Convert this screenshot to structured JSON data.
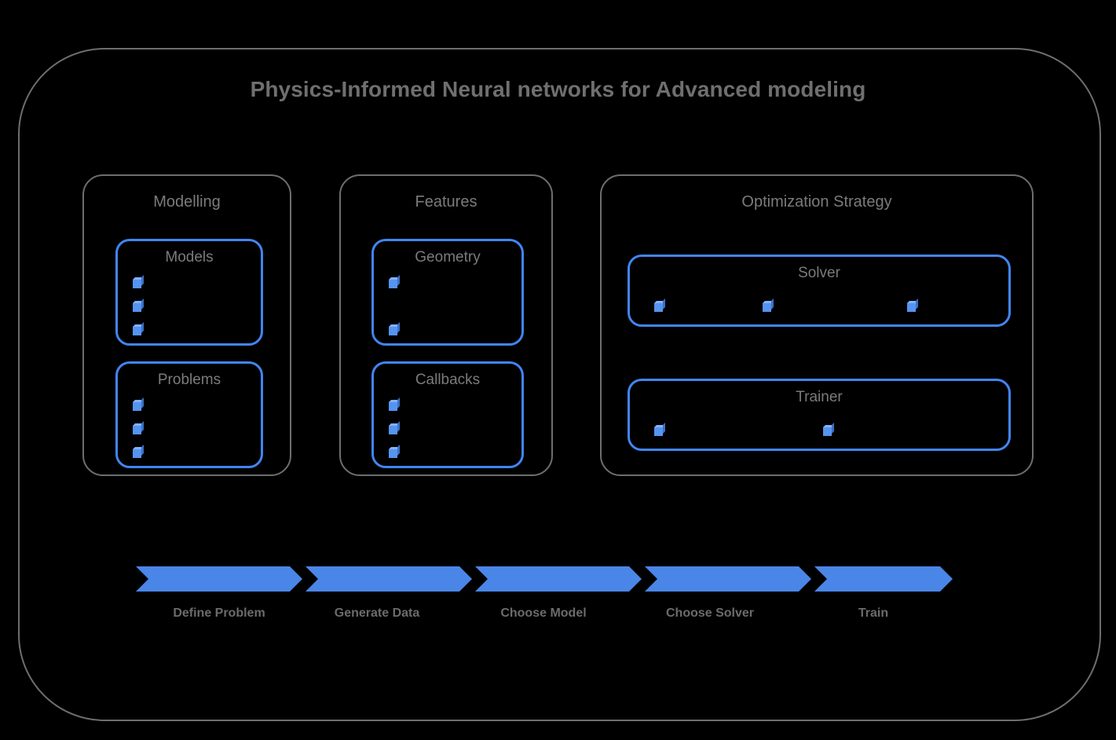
{
  "title": "Physics-Informed Neural networks for Advanced modeling",
  "theme": {
    "background": "#000000",
    "frame_stroke": "#6e6e6e",
    "accent_blue": "#4285f4",
    "chevron_blue": "#4a86e8",
    "title_gray": "#6f6f6f",
    "label_gray": "#7b7b7b",
    "pipeline_label_gray": "#6b6b6b"
  },
  "groups": [
    {
      "id": "modelling",
      "title": "Modelling",
      "boxes": [
        {
          "id": "models",
          "title": "Models",
          "bullet_count": 3,
          "bullet_layout": "vertical"
        },
        {
          "id": "problems",
          "title": "Problems",
          "bullet_count": 3,
          "bullet_layout": "vertical"
        }
      ]
    },
    {
      "id": "features",
      "title": "Features",
      "boxes": [
        {
          "id": "geometry",
          "title": "Geometry",
          "bullet_count": 2,
          "bullet_layout": "vertical"
        },
        {
          "id": "callbacks",
          "title": "Callbacks",
          "bullet_count": 3,
          "bullet_layout": "vertical"
        }
      ]
    },
    {
      "id": "optimization-strategy",
      "title": "Optimization Strategy",
      "boxes": [
        {
          "id": "solver",
          "title": "Solver",
          "bullet_count": 3,
          "bullet_layout": "horizontal"
        },
        {
          "id": "trainer",
          "title": "Trainer",
          "bullet_count": 2,
          "bullet_layout": "horizontal"
        }
      ]
    }
  ],
  "pipeline": {
    "steps": [
      {
        "label": "Define Problem"
      },
      {
        "label": "Generate Data"
      },
      {
        "label": "Choose Model"
      },
      {
        "label": "Choose Solver"
      },
      {
        "label": "Train"
      }
    ]
  },
  "icons": {
    "bullet": "cube-icon"
  }
}
